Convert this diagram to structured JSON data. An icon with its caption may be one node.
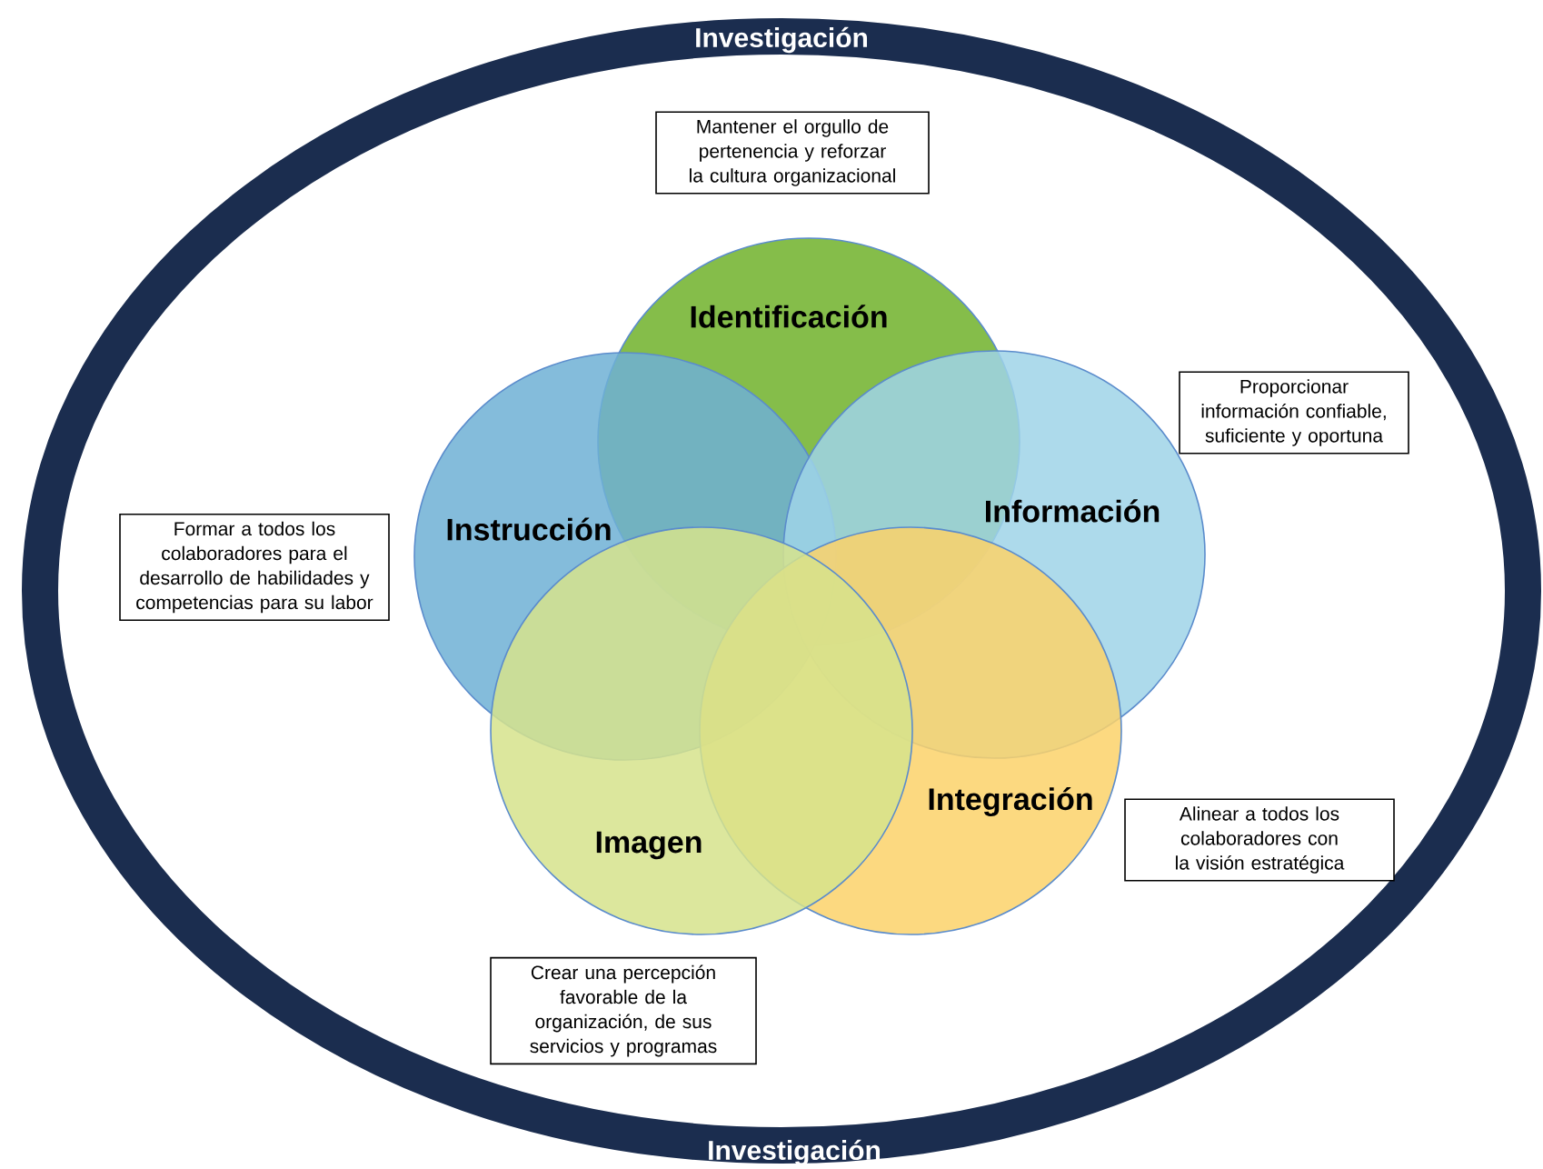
{
  "diagram": {
    "nodes": [
      {
        "text": [
          "Investigación",
          "Investigación"
        ]
      },
      {
        "text": [
          "Mantener el orgullo de pertenencia y reforzar la cultura organizacional"
        ],
        "in": 0
      },
      {
        "text": [
          "Identificación"
        ],
        "in": 0
      },
      {
        "text": [
          "Proporcionar información confiable, suficiente y oportuna"
        ],
        "in": 0
      },
      {
        "text": [
          "Instrucción"
        ],
        "in": 0
      },
      {
        "text": [
          "Formar a todos los colaboradores para el desarrollo de habilidades y competencias para su labor"
        ],
        "in": 0
      },
      {
        "text": [
          "Información"
        ],
        "in": 0
      },
      {
        "text": [
          "Integración"
        ],
        "in": 0
      },
      {
        "text": [
          "Alinear a todos los colaboradores con la visión estratégica"
        ],
        "in": 0
      },
      {
        "text": [
          "Imagen"
        ],
        "in": 0
      },
      {
        "text": [
          "Crear una percepción favorable de la organización, de sus servicios y programas"
        ],
        "in": 0
      }
    ]
  }
}
